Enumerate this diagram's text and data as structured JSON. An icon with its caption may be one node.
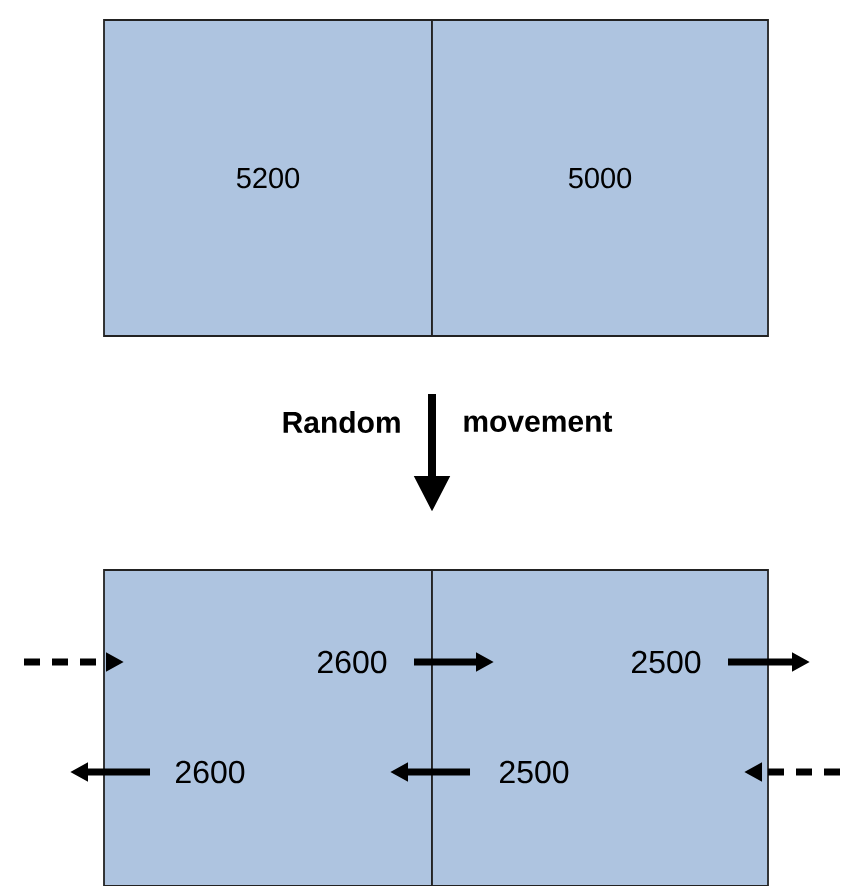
{
  "diagram": {
    "nodes": [
      {
        "text": [
          "5200"
        ]
      },
      {
        "text": [
          "5000"
        ]
      },
      {
        "text": [],
        "shape": "box"
      },
      {
        "text": [],
        "shape": "box"
      }
    ],
    "edges": [
      {
        "from": null,
        "to": 2,
        "arrow": "to",
        "style": "dashed"
      },
      {
        "from": 2,
        "to": 3,
        "arrow": "to",
        "label": "2600"
      },
      {
        "from": 3,
        "to": null,
        "arrow": "to",
        "label": "2500"
      },
      {
        "from": 2,
        "to": null,
        "arrow": "to",
        "label": "2600"
      },
      {
        "from": 3,
        "to": 2,
        "arrow": "to",
        "label": "2500"
      },
      {
        "from": null,
        "to": 3,
        "arrow": "to",
        "style": "dashed"
      }
    ],
    "labels": [
      "Random",
      "movement"
    ]
  }
}
